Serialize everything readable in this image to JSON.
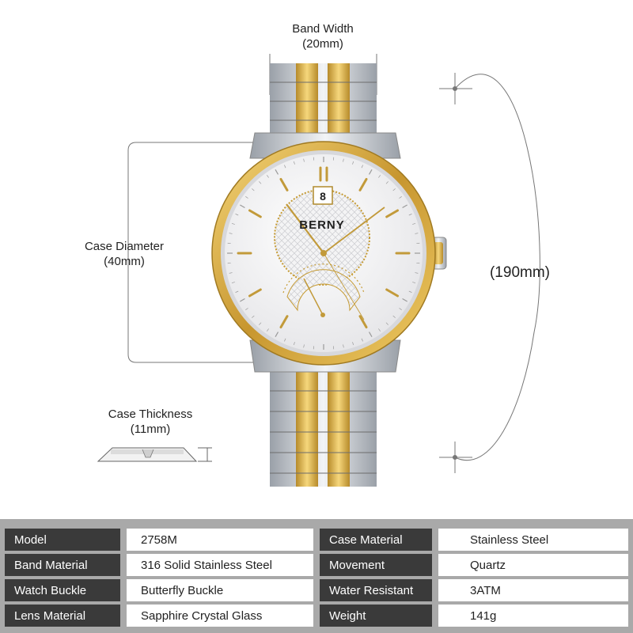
{
  "brand": "BERNY",
  "date_window": "8",
  "dimensions": {
    "band_width": {
      "title": "Band Width",
      "value": "(20mm)"
    },
    "case_diameter": {
      "title": "Case Diameter",
      "value": "(40mm)"
    },
    "case_thickness": {
      "title": "Case Thickness",
      "value": "(11mm)"
    },
    "length": {
      "value": "(190mm)"
    }
  },
  "specs": [
    {
      "label": "Model",
      "value": "2758M",
      "label2": "Case Material",
      "value2": "Stainless Steel"
    },
    {
      "label": "Band Material",
      "value": "316 Solid Stainless Steel",
      "label2": "Movement",
      "value2": "Quartz"
    },
    {
      "label": "Watch Buckle",
      "value": "Butterfly Buckle",
      "label2": "Water Resistant",
      "value2": "3ATM"
    },
    {
      "label": "Lens Material",
      "value": "Sapphire Crystal Glass",
      "label2": "Weight",
      "value2": "141g"
    }
  ],
  "colors": {
    "gold": "#d9ad3c",
    "steel": "#c8ccd2",
    "table_label_bg": "#3a3a3a",
    "table_frame": "#a9a9a9"
  }
}
